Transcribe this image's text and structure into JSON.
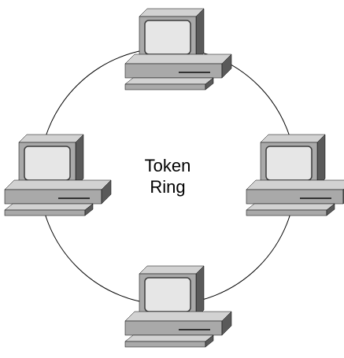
{
  "diagram": {
    "label_line1": "Token",
    "label_line2": "Ring",
    "topology": "ring",
    "nodes": [
      {
        "name": "workstation-top",
        "icon": "desktop-computer-icon"
      },
      {
        "name": "workstation-right",
        "icon": "desktop-computer-icon"
      },
      {
        "name": "workstation-bottom",
        "icon": "desktop-computer-icon"
      },
      {
        "name": "workstation-left",
        "icon": "desktop-computer-icon"
      }
    ],
    "colors": {
      "background": "#ffffff",
      "ring_line": "#000000",
      "computer_front": "#a9a9a9",
      "computer_side": "#5a5a5a",
      "computer_top": "#d2d2d2",
      "screen": "#e6e6e6",
      "outline": "#000000"
    }
  }
}
